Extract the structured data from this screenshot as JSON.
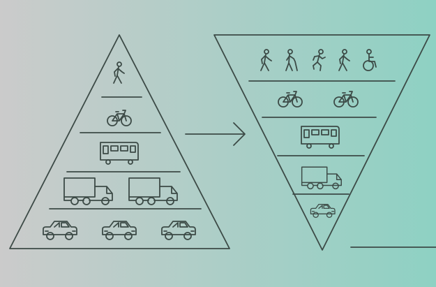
{
  "diagram": {
    "colors": {
      "bg_left": "#cbcbcb",
      "bg_right": "#8ed1c3",
      "stroke": "#3c4a46"
    },
    "left_pyramid": {
      "levels": [
        {
          "mode": "walk",
          "icons": [
            "pedestrian-icon"
          ]
        },
        {
          "mode": "bike",
          "icons": [
            "bicycle-icon"
          ]
        },
        {
          "mode": "transit",
          "icons": [
            "bus-icon"
          ]
        },
        {
          "mode": "freight",
          "icons": [
            "truck-icon",
            "truck-icon"
          ]
        },
        {
          "mode": "car",
          "icons": [
            "car-icon",
            "car-icon",
            "car-icon"
          ]
        }
      ]
    },
    "connector": {
      "icon": "arrow-right-icon"
    },
    "right_pyramid": {
      "levels": [
        {
          "mode": "walk",
          "icons": [
            "pedestrian-icon",
            "cane-walker-icon",
            "runner-icon",
            "pedestrian-icon",
            "wheelchair-icon"
          ]
        },
        {
          "mode": "bike",
          "icons": [
            "bicycle-icon",
            "bicycle-icon"
          ]
        },
        {
          "mode": "transit",
          "icons": [
            "bus-icon"
          ]
        },
        {
          "mode": "freight",
          "icons": [
            "truck-icon"
          ]
        },
        {
          "mode": "car",
          "icons": [
            "car-icon"
          ]
        }
      ]
    }
  }
}
